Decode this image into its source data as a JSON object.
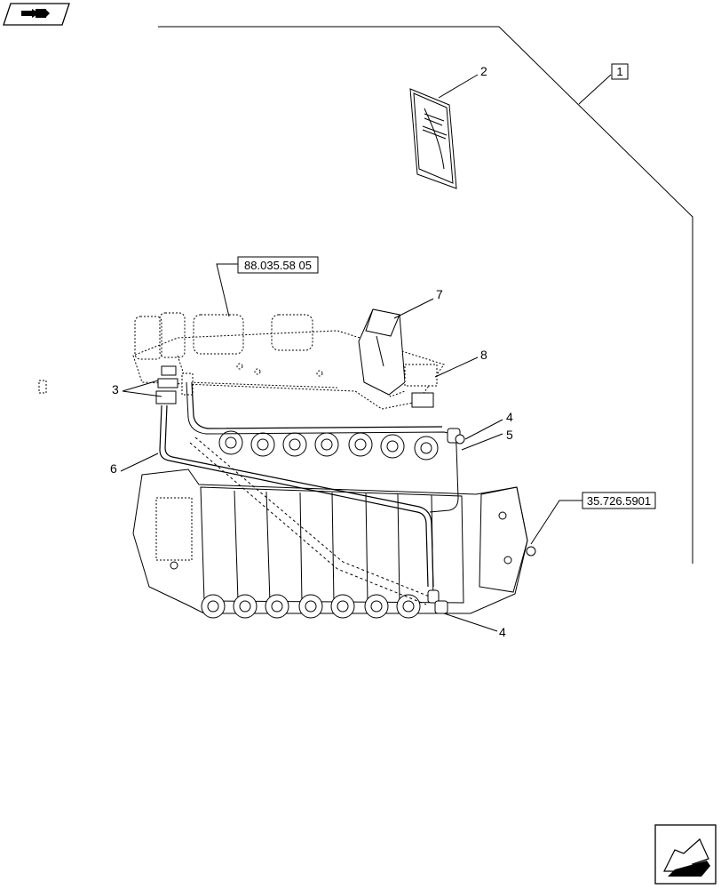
{
  "icons": {
    "top_left": "catalog-book-arrow-icon",
    "bottom_right": "next-page-arrow-icon"
  },
  "references": {
    "item_1": "1",
    "ref_top": "88.035.58 05",
    "ref_right": "35.726.5901"
  },
  "callouts": {
    "c2": "2",
    "c3": "3",
    "c4_upper": "4",
    "c4_lower": "4",
    "c5": "5",
    "c6": "6",
    "c7": "7",
    "c8": "8"
  }
}
